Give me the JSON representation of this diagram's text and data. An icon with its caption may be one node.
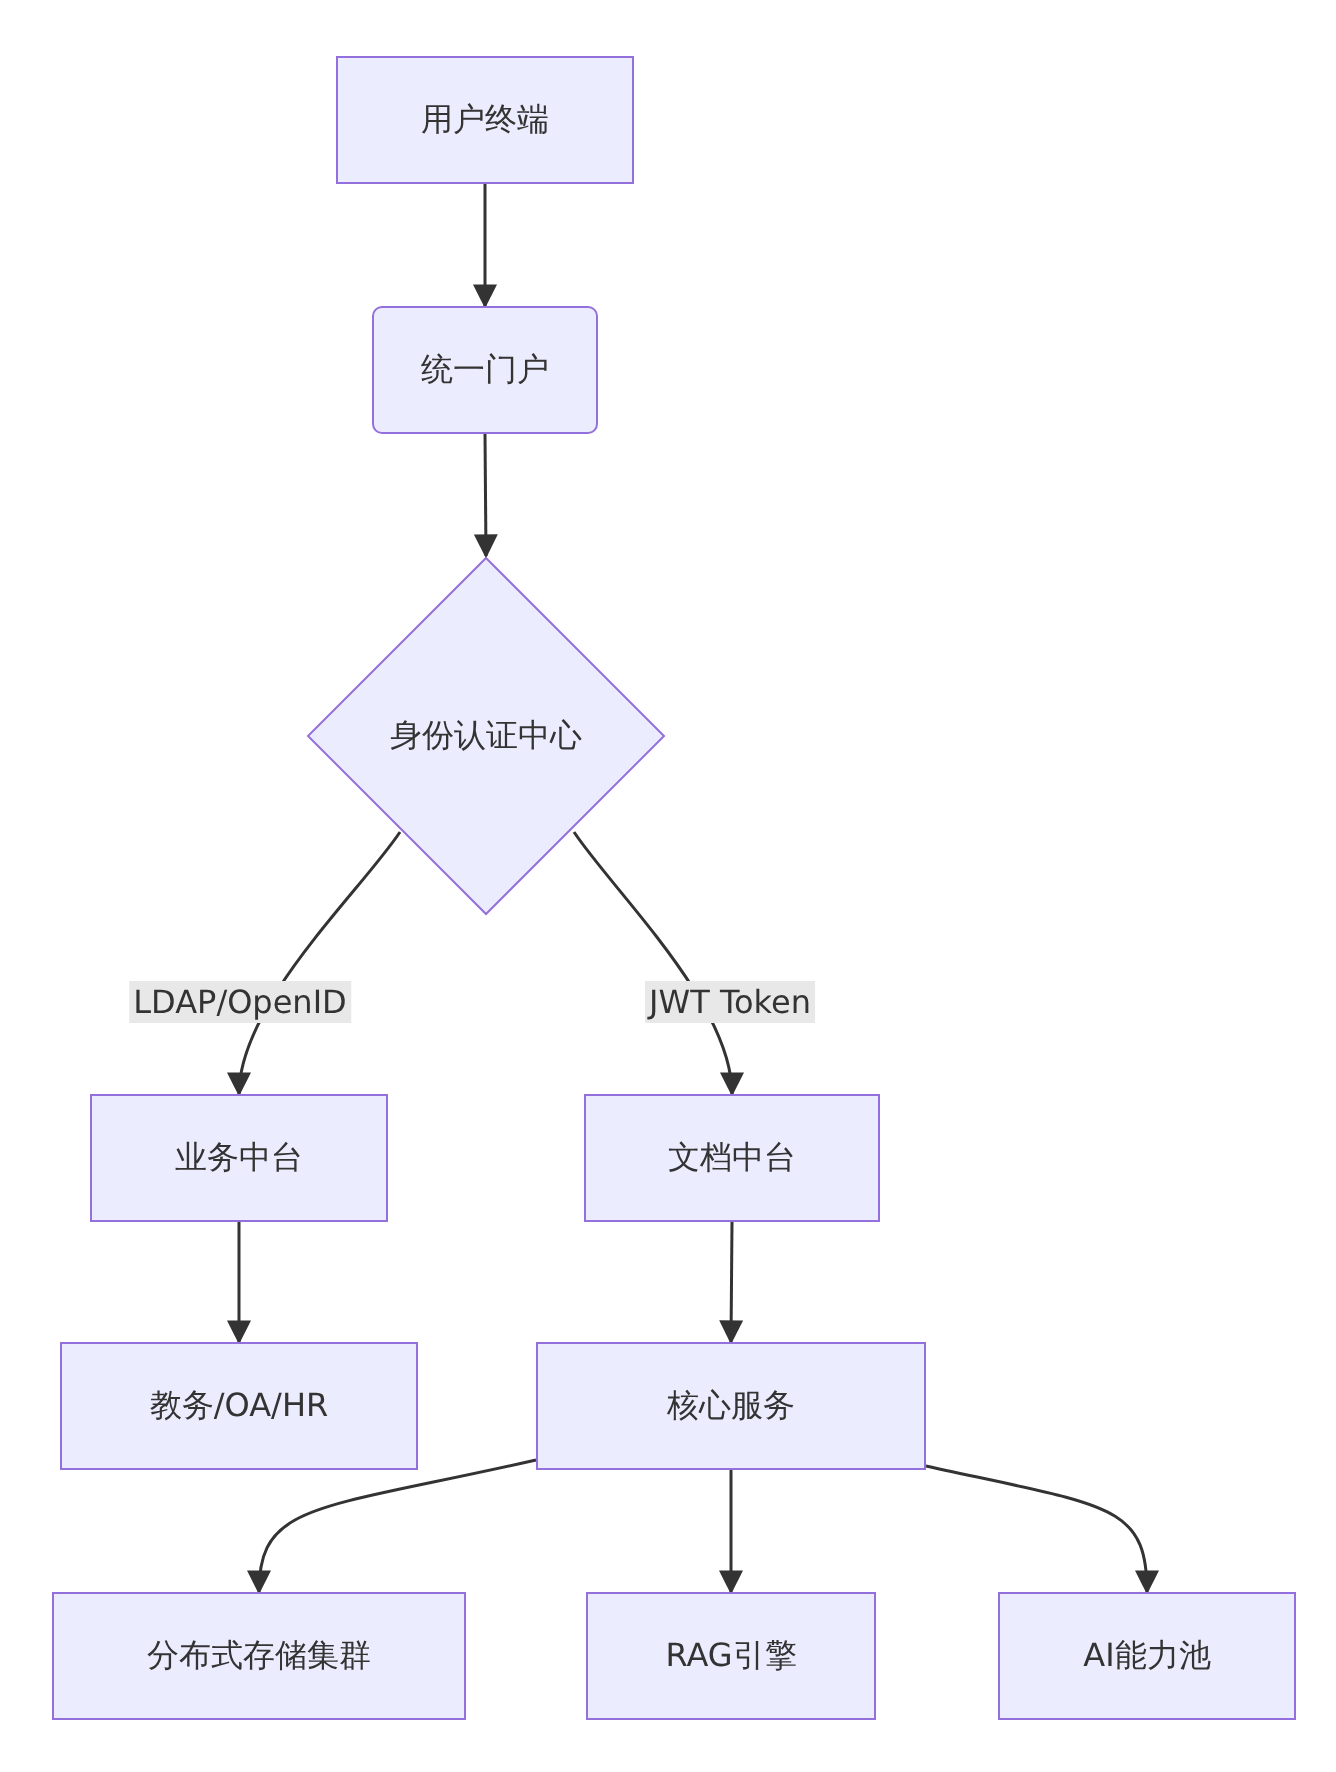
{
  "diagram": {
    "nodes": [
      {
        "text": [
          "用户终端"
        ]
      },
      {
        "text": [
          "统一门户"
        ]
      },
      {
        "text": [
          "身份认证中心"
        ]
      },
      {
        "text": [
          "业务中台"
        ]
      },
      {
        "text": [
          "文档中台"
        ]
      },
      {
        "text": [
          "教务/OA/HR"
        ]
      },
      {
        "text": [
          "核心服务"
        ]
      },
      {
        "text": [
          "分布式存储集群"
        ]
      },
      {
        "text": [
          "RAG引擎"
        ]
      },
      {
        "text": [
          "AI能力池"
        ]
      }
    ],
    "edges": [
      {
        "from": 0,
        "to": 1,
        "arrow": "to"
      },
      {
        "from": 1,
        "to": 2,
        "arrow": "to"
      },
      {
        "from": 2,
        "to": 3,
        "arrow": "to",
        "label": "LDAP/OpenID"
      },
      {
        "from": 2,
        "to": 4,
        "arrow": "to",
        "label": "JWT Token"
      },
      {
        "from": 3,
        "to": 5,
        "arrow": "to"
      },
      {
        "from": 4,
        "to": 6,
        "arrow": "to"
      },
      {
        "from": 6,
        "to": 7,
        "arrow": "to"
      },
      {
        "from": 6,
        "to": 8,
        "arrow": "to"
      },
      {
        "from": 6,
        "to": 9,
        "arrow": "to"
      }
    ]
  }
}
